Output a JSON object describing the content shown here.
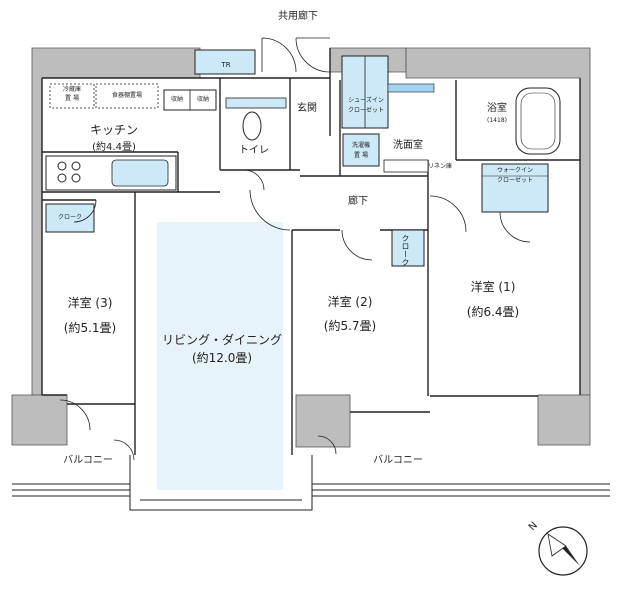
{
  "corridor_common": "共用廊下",
  "rooms": {
    "tr": "TR",
    "fridge_line1": "冷蔵庫",
    "fridge_line2": "置 場",
    "dish_rack": "食器棚置場",
    "storage_a": "収納",
    "storage_b": "収納",
    "kitchen_name": "キッチン",
    "kitchen_size": "(約4.4畳)",
    "toilet": "トイレ",
    "entrance": "玄関",
    "shoe_line1": "シューズイン",
    "shoe_line2": "クローゼット",
    "bath_name": "浴室",
    "bath_size": "(1418)",
    "washroom": "洗面室",
    "washer_line1": "洗濯機",
    "washer_line2": "置 場",
    "linen": "リネン庫",
    "wic_line1": "ウォークイン",
    "wic_line2": "クローゼット",
    "hallway": "廊下",
    "closet_left": "クローク",
    "closet_mid": "クローク",
    "room3_name": "洋室 (3)",
    "room3_size": "(約5.1畳)",
    "room2_name": "洋室 (2)",
    "room2_size": "(約5.7畳)",
    "room1_name": "洋室 (1)",
    "room1_size": "(約6.4畳)",
    "ld_name": "リビング・ダイニング",
    "ld_size": "(約12.0畳)",
    "balcony_left": "バルコニー",
    "balcony_right": "バルコニー",
    "north": "N"
  },
  "colors": {
    "wall": "#bdbdbd",
    "line": "#222222",
    "ld_fill": "#e6f3fb",
    "closet_fill": "#cde8f7",
    "blue_accent": "#9fd3f0"
  }
}
